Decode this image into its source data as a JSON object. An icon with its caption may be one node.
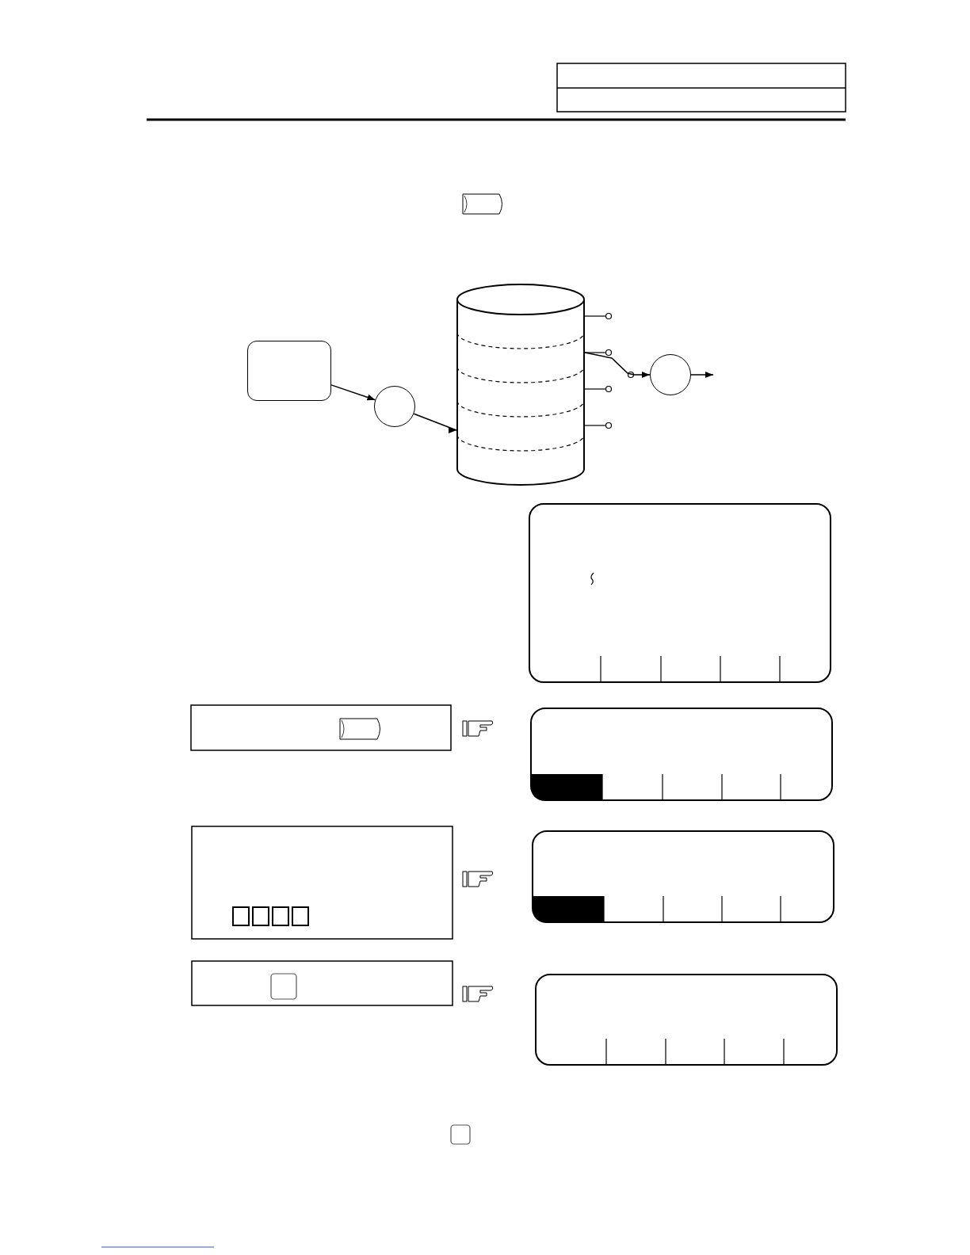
{
  "diagram": {
    "nodes": [
      {
        "text": [],
        "shape": "box"
      },
      {
        "text": [],
        "shape": "circle"
      },
      {
        "text": [],
        "shape": "cylinder"
      },
      {
        "text": [],
        "shape": "circle"
      }
    ],
    "edges": [
      {
        "from": 0,
        "to": 1,
        "arrow": "to"
      },
      {
        "from": 1,
        "to": 2,
        "arrow": "to"
      },
      {
        "from": 2,
        "to": 3,
        "arrow": "to"
      },
      {
        "from": 3,
        "to": null,
        "arrow": "to"
      }
    ]
  }
}
